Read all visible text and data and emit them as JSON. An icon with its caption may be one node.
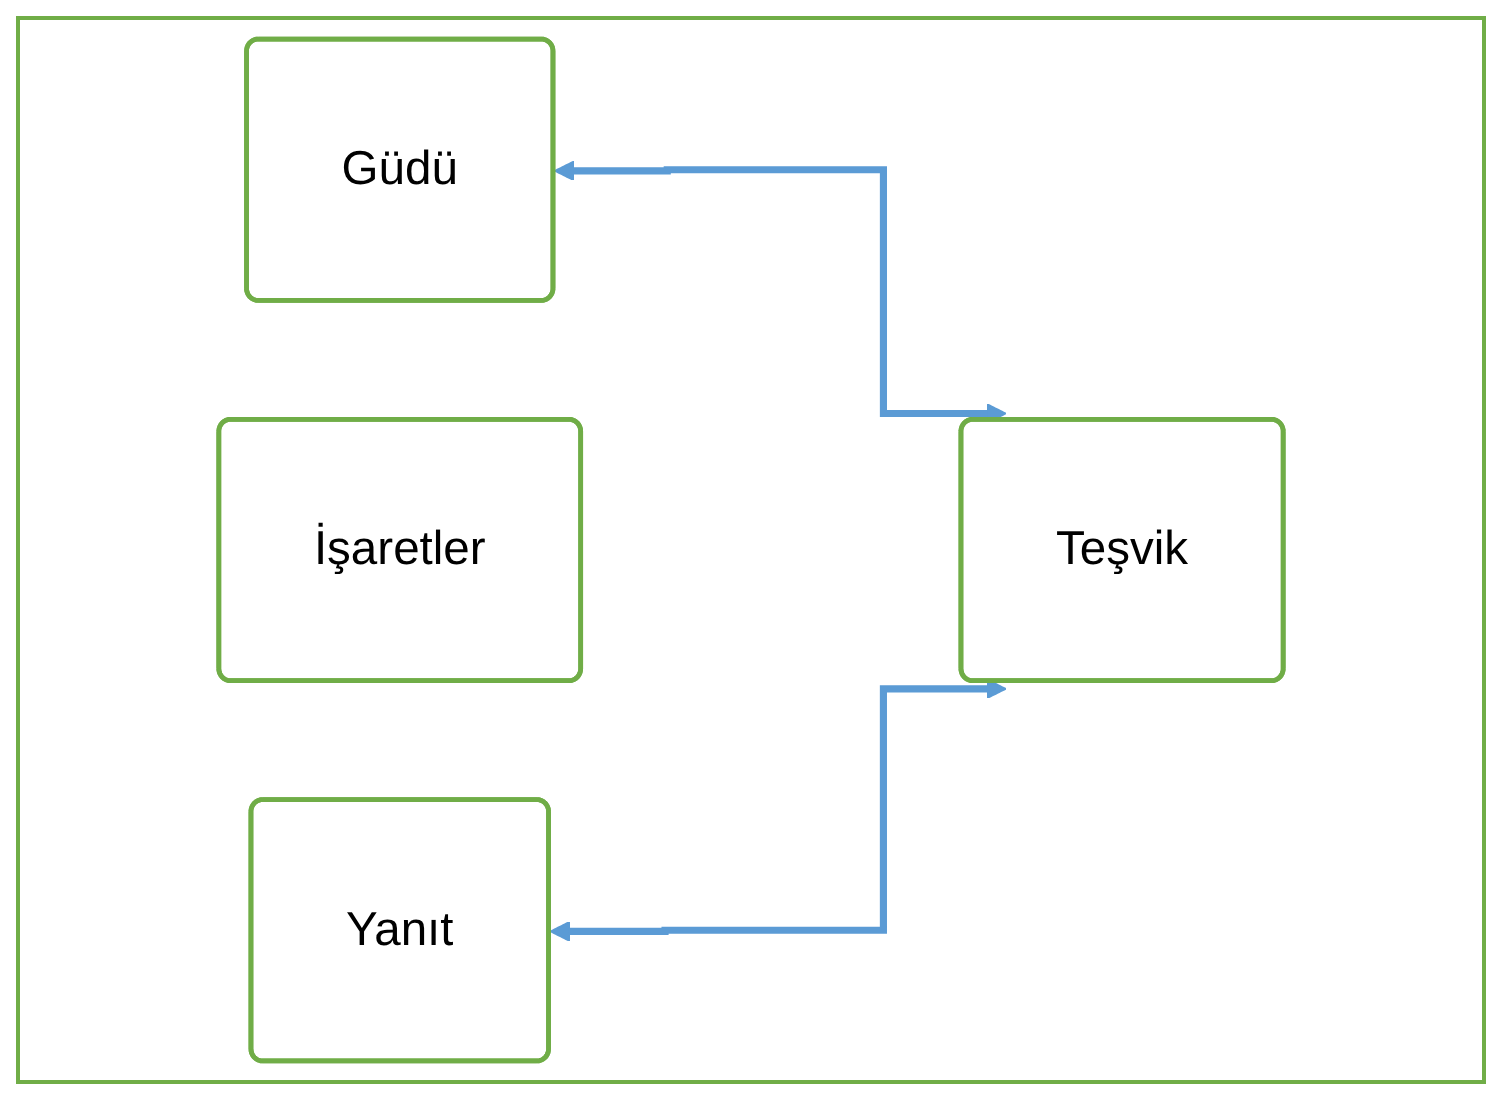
{
  "diagram": {
    "nodes": [
      {
        "text": [
          "Güdü"
        ]
      },
      {
        "text": [
          "İşaretler"
        ]
      },
      {
        "text": [
          "Yanıt"
        ]
      },
      {
        "text": [
          "Teşvik"
        ]
      }
    ],
    "edges": [
      {
        "from": 0,
        "to": 3,
        "arrow": "both"
      },
      {
        "from": 2,
        "to": 3,
        "arrow": "both"
      }
    ]
  }
}
